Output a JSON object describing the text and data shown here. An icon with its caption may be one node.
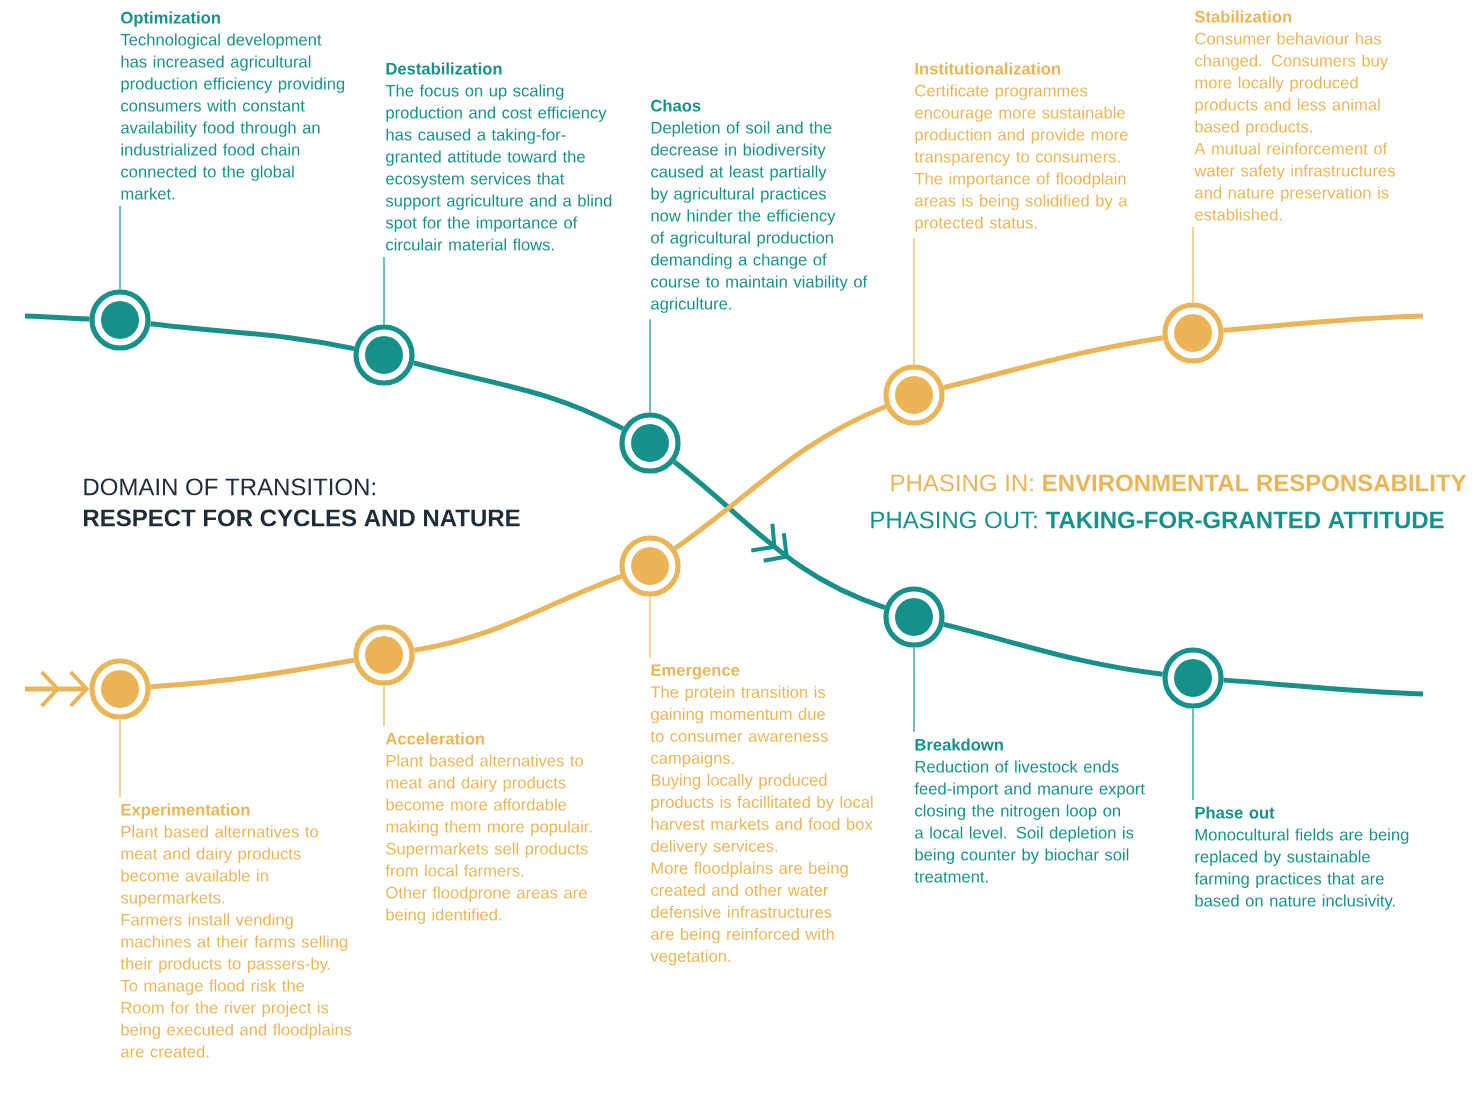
{
  "diagram": {
    "nodes": [
      {
        "text": [
          "Optimization",
          "Technological development has increased agricultural production efficiency providing consumers with constant availability food through an industrialized food chain connected to the global market."
        ]
      },
      {
        "text": [
          "Destabilization",
          "The focus on up scaling production and cost efficiency has caused a taking-for-granted attitude toward the ecosystem services that support agriculture and a blind spot for the importance of circulair material flows."
        ]
      },
      {
        "text": [
          "Chaos",
          "Depletion of soil and the decrease in biodiversity caused at least partially by agricultural practices now hinder the efficiency of agricultural production demanding a change of course to maintain viability of agriculture."
        ]
      },
      {
        "text": [
          "Institutionalization",
          "Certificate programmes encourage more sustainable production and provide more transparency to consumers.",
          "The importance of floodplain areas is being solidified by a protected status."
        ]
      },
      {
        "text": [
          "Stabilization",
          "Consumer behaviour has changed. Consumers buy more locally produced products and less animal based products.",
          "A mutual reinforcement of water safety infrastructures and nature preservation is established."
        ]
      },
      {
        "text": [],
        "shape": "circle"
      },
      {
        "text": [],
        "shape": "circle"
      },
      {
        "text": [],
        "shape": "circle"
      },
      {
        "text": [],
        "shape": "circle"
      },
      {
        "text": [],
        "shape": "circle"
      },
      {
        "text": [],
        "shape": "circle"
      },
      {
        "text": [],
        "shape": "circle"
      },
      {
        "text": [],
        "shape": "circle"
      },
      {
        "text": [],
        "shape": "circle"
      },
      {
        "text": [],
        "shape": "circle"
      },
      {
        "text": [
          "Experimentation",
          "Plant based alternatives to meat and dairy products become available in supermarkets.",
          "Farmers install vending machines at their farms selling their products to passers-by.",
          "To manage flood risk the Room for the river project is being executed and floodplains are created."
        ]
      },
      {
        "text": [
          "Acceleration",
          "Plant based alternatives to meat and dairy products become more affordable making them more populair.",
          "Supermarkets sell products from local farmers.",
          "Other floodprone areas are being identified."
        ]
      },
      {
        "text": [
          "Emergence",
          "The protein transition is gaining momentum due to consumer awareness campaigns.",
          "Buying locally produced products is facillitated by local harvest markets and food box delivery services.",
          "More floodplains are being created and other water defensive infrastructures are being reinforced with vegetation."
        ]
      },
      {
        "text": [
          "Breakdown",
          "Reduction of livestock ends feed-import and manure export closing the nitrogen loop on a local level. Soil depletion is being counter by biochar soil treatment."
        ]
      },
      {
        "text": [
          "Phase out",
          "Monocultural fields are being replaced by sustainable farming practices that are based on nature inclusivity."
        ]
      }
    ],
    "edges": [
      {
        "from": null,
        "to": 5,
        "arrow": "none",
        "color": "#16918a"
      },
      {
        "from": 5,
        "to": 6,
        "arrow": "none",
        "color": "#16918a"
      },
      {
        "from": 6,
        "to": 7,
        "arrow": "none",
        "color": "#16918a"
      },
      {
        "from": 7,
        "to": 13,
        "arrow": "to",
        "color": "#16918a"
      },
      {
        "from": 13,
        "to": 14,
        "arrow": "none",
        "color": "#16918a"
      },
      {
        "from": 14,
        "to": null,
        "arrow": "none",
        "color": "#16918a"
      },
      {
        "from": null,
        "to": 12,
        "arrow": "to",
        "color": "#ebb557"
      },
      {
        "from": 12,
        "to": 11,
        "arrow": "none",
        "color": "#ebb557"
      },
      {
        "from": 11,
        "to": 10,
        "arrow": "none",
        "color": "#ebb557"
      },
      {
        "from": 10,
        "to": 8,
        "arrow": "none",
        "color": "#ebb557"
      },
      {
        "from": 8,
        "to": 9,
        "arrow": "none",
        "color": "#ebb557"
      },
      {
        "from": 9,
        "to": null,
        "arrow": "none",
        "color": "#ebb557"
      },
      {
        "from": 0,
        "to": 5,
        "arrow": "none",
        "color": "#16918a"
      },
      {
        "from": 1,
        "to": 6,
        "arrow": "none",
        "color": "#16918a"
      },
      {
        "from": 2,
        "to": 7,
        "arrow": "none",
        "color": "#16918a"
      },
      {
        "from": 3,
        "to": 8,
        "arrow": "none",
        "color": "#ebb557"
      },
      {
        "from": 4,
        "to": 9,
        "arrow": "none",
        "color": "#ebb557"
      },
      {
        "from": 15,
        "to": 12,
        "arrow": "none",
        "color": "#ebb557"
      },
      {
        "from": 16,
        "to": 11,
        "arrow": "none",
        "color": "#ebb557"
      },
      {
        "from": 17,
        "to": 10,
        "arrow": "none",
        "color": "#ebb557"
      },
      {
        "from": 18,
        "to": 13,
        "arrow": "none",
        "color": "#16918a"
      },
      {
        "from": 19,
        "to": 14,
        "arrow": "none",
        "color": "#16918a"
      }
    ],
    "labels": [
      "DOMAIN OF TRANSITION:",
      "RESPECT FOR CYCLES AND NATURE",
      "PHASING IN:",
      "ENVIRONMENTAL RESPONSABILITY",
      "PHASING OUT:",
      "TAKING-FOR-GRANTED ATTITUDE"
    ]
  }
}
